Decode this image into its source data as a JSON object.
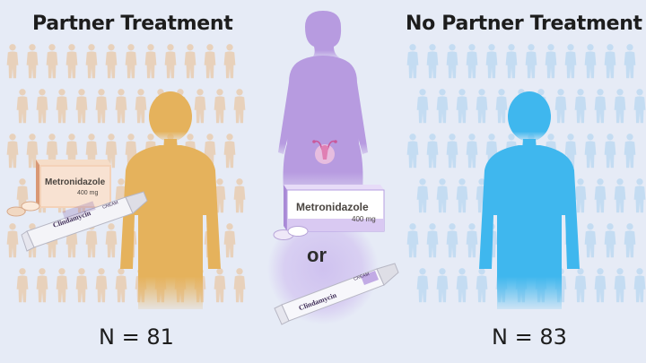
{
  "groups": {
    "partner": {
      "title": "Partner Treatment",
      "count": "N = 81",
      "color": "#e5b25c"
    },
    "no_partner": {
      "title": "No Partner Treatment",
      "count": "N = 83",
      "color": "#3fb7ee"
    }
  },
  "center": {
    "figure_color": "#b79be0",
    "or_text": "or",
    "accent": "#8e5fd0"
  },
  "drugs": {
    "metronidazole": {
      "name": "Metronidazole",
      "dose": "400 mg"
    },
    "clindamycin": {
      "name": "Clindamycin",
      "tag": "CREAM"
    }
  },
  "icons": [
    "human-silhouette-icon",
    "uterus-icon",
    "pill-box-icon",
    "tablet-icon",
    "cream-tube-icon"
  ]
}
